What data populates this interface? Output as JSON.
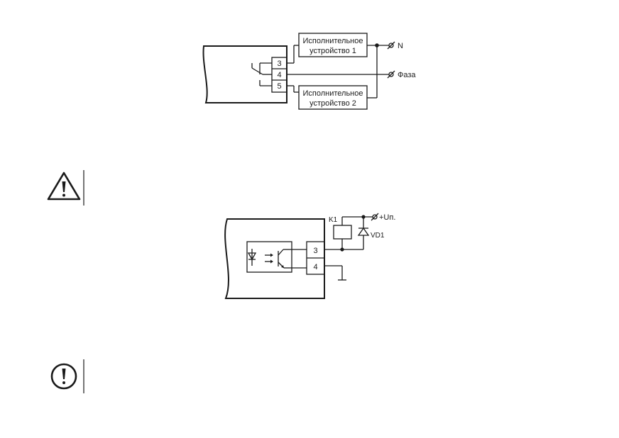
{
  "diagram1": {
    "terminal_3": "3",
    "terminal_4": "4",
    "terminal_5": "5",
    "device1_line1": "Исполнительное",
    "device1_line2": "устройство 1",
    "device2_line1": "Исполнительное",
    "device2_line2": "устройство 2",
    "label_n": "N",
    "label_phase": "Фаза"
  },
  "diagram2": {
    "terminal_3": "3",
    "terminal_4": "4",
    "relay_label": "K1",
    "diode_label": "VD1",
    "supply_label": "+Uп."
  },
  "notes": {
    "warning_icon": "warning-triangle-icon",
    "attention_icon": "exclamation-circle-icon"
  }
}
